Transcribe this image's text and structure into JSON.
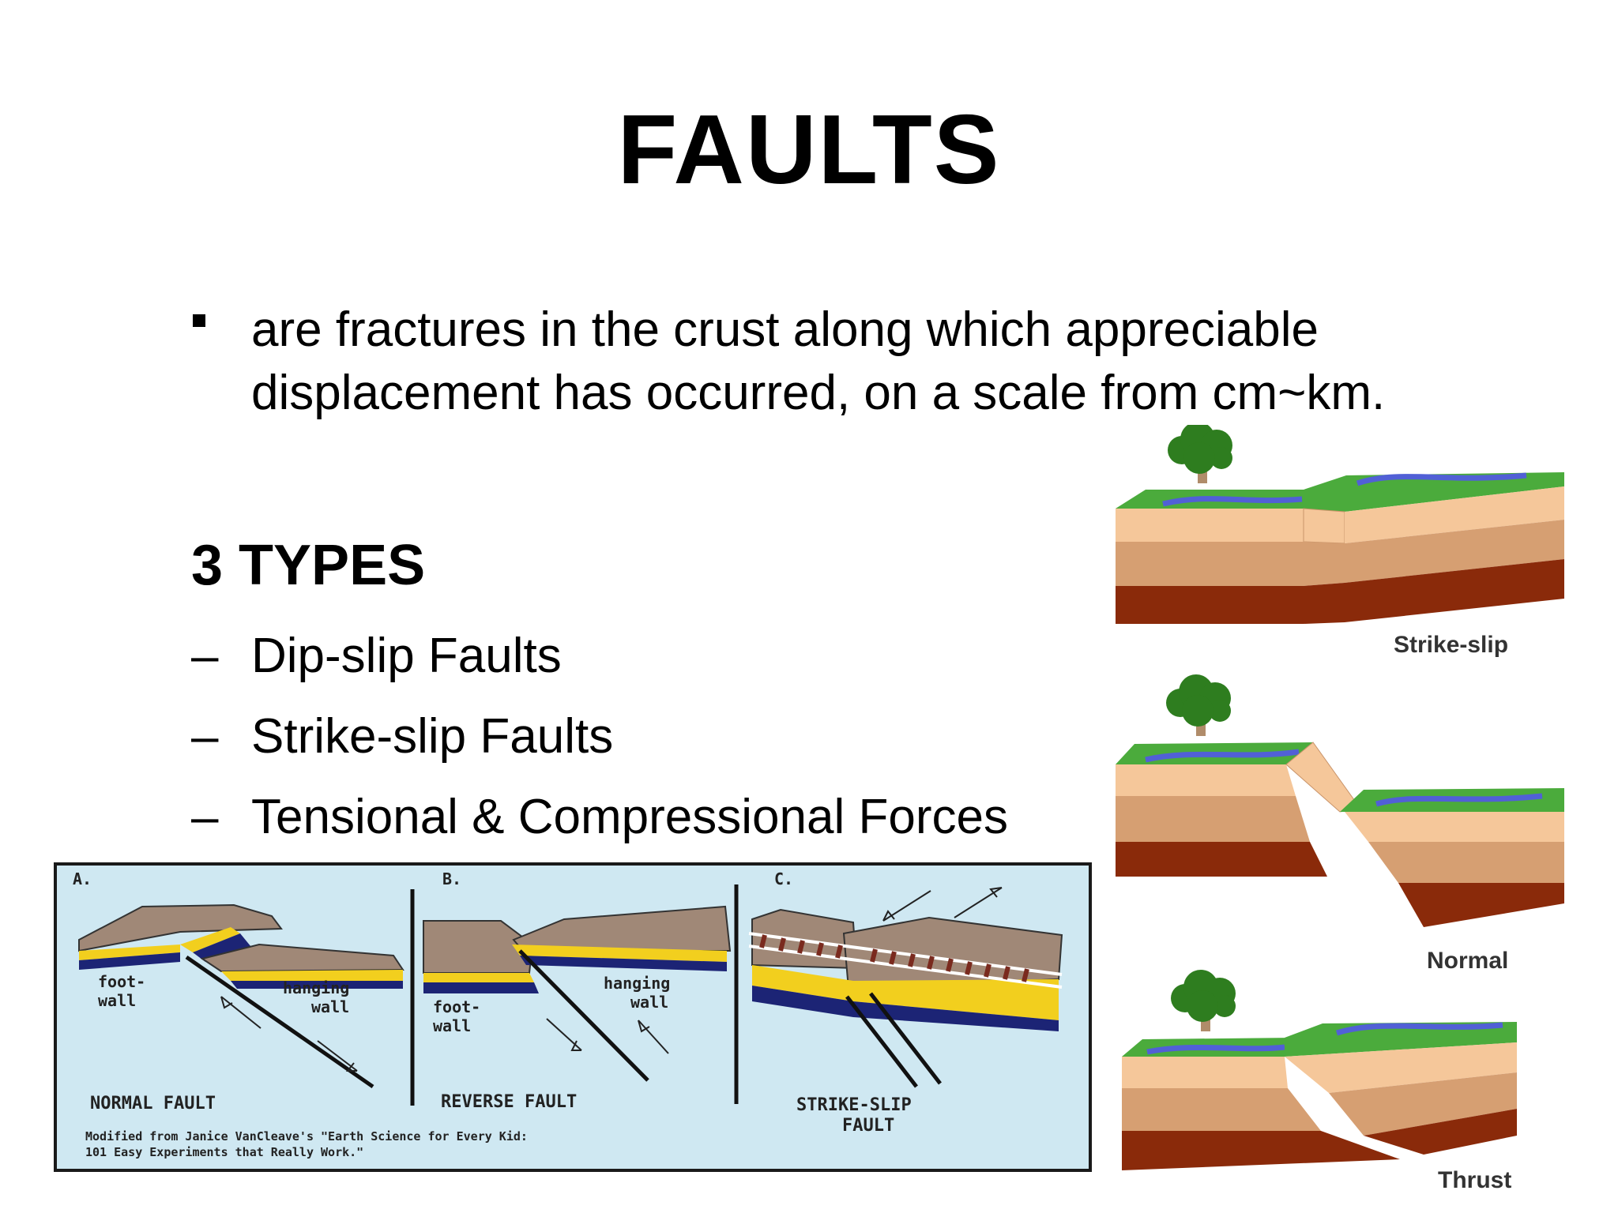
{
  "slide": {
    "title": "FAULTS",
    "bullet": "are fractures in the crust along which appreciable displacement  has occurred, on a scale from cm~km.",
    "types_heading": "3 TYPES",
    "types": [
      "Dip-slip Faults",
      "Strike-slip Faults",
      "Tensional & Compressional Forces"
    ],
    "dash": "–"
  },
  "left_figure": {
    "panels": [
      {
        "letter": "A.",
        "foot_wall": [
          "foot-",
          "wall"
        ],
        "hanging_wall": [
          "hanging",
          "wall"
        ],
        "caption": "NORMAL FAULT"
      },
      {
        "letter": "B.",
        "foot_wall": [
          "foot-",
          "wall"
        ],
        "hanging_wall": [
          "hanging",
          "wall"
        ],
        "caption": "REVERSE FAULT"
      },
      {
        "letter": "C.",
        "caption": [
          "STRIKE-SLIP",
          "FAULT"
        ]
      }
    ],
    "credit": [
      "Modified from Janice VanCleave's \"Earth Science for Every Kid:",
      "101 Easy Experiments that Really Work.\""
    ],
    "colors": {
      "background": "#cfe8f2",
      "rock": "#a08877",
      "yellow": "#f2cf1e",
      "navy": "#1c2475"
    }
  },
  "right_figure": {
    "labels": [
      "Strike-slip",
      "Normal",
      "Thrust"
    ],
    "colors": {
      "grass": "#4bab3c",
      "river": "#5160d6",
      "tan": "#f5c79a",
      "mid": "#d69f72",
      "dark": "#8a2a0a",
      "tree": "#2e7d1f",
      "trunk": "#b08c6a"
    }
  }
}
